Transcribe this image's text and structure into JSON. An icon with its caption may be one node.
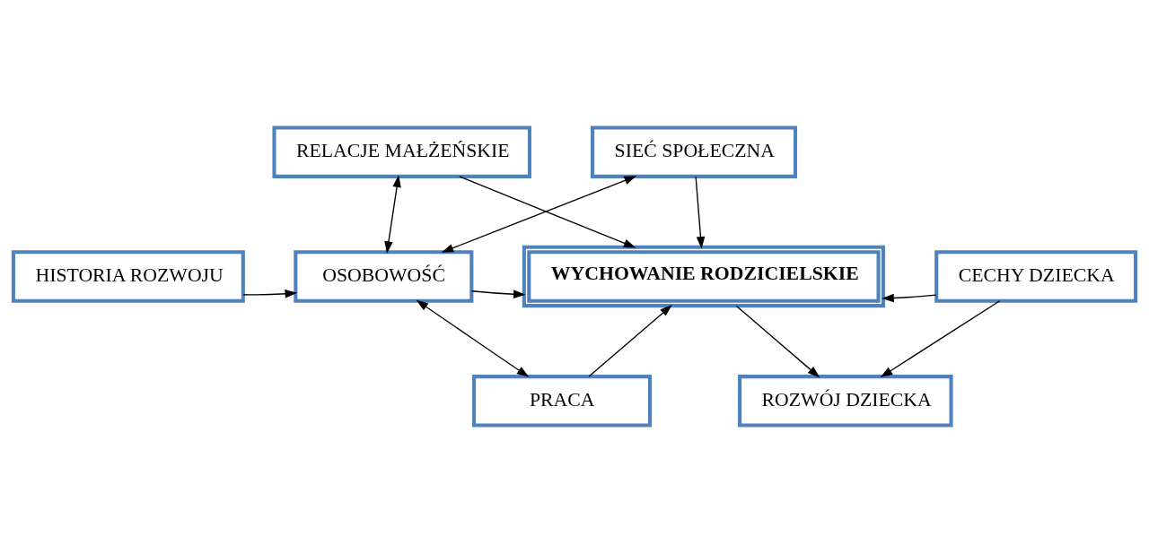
{
  "diagram": {
    "nodes": [
      {
        "text": [
          "RELACJE MAŁŻEŃSKIE"
        ]
      },
      {
        "text": [
          "SIEĆ SPOŁECZNA"
        ]
      },
      {
        "text": [
          "HISTORIA ROZWOJU"
        ]
      },
      {
        "text": [
          "OSOBOWOŚĆ"
        ]
      },
      {
        "text": [
          "WYCHOWANIE RODZICIELSKIE"
        ]
      },
      {
        "text": [
          "CECHY DZIECKA"
        ]
      },
      {
        "text": [
          "PRACA"
        ]
      },
      {
        "text": [
          "ROZWÓJ DZIECKA"
        ]
      }
    ],
    "edges": [
      {
        "from": 3,
        "to": 1,
        "arrow": "both"
      },
      {
        "from": 0,
        "to": 3,
        "arrow": "both"
      },
      {
        "from": 0,
        "to": 4,
        "arrow": "to"
      },
      {
        "from": 1,
        "to": 4,
        "arrow": "to"
      },
      {
        "from": 2,
        "to": 3,
        "arrow": "to"
      },
      {
        "from": 3,
        "to": 4,
        "arrow": "to"
      },
      {
        "from": 5,
        "to": 4,
        "arrow": "to"
      },
      {
        "from": 5,
        "to": 7,
        "arrow": "to"
      },
      {
        "from": 3,
        "to": 6,
        "arrow": "both"
      },
      {
        "from": 6,
        "to": 4,
        "arrow": "to"
      },
      {
        "from": 4,
        "to": 7,
        "arrow": "to"
      }
    ]
  }
}
